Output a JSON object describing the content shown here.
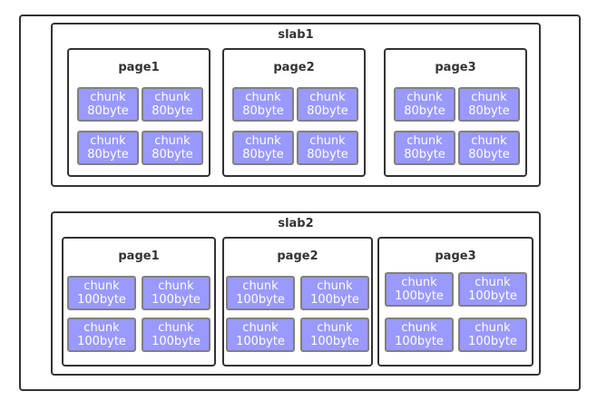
{
  "colors": {
    "chunk_fill": "#9999ff",
    "chunk_border": "#808080",
    "box_border": "#333333"
  },
  "slabs": [
    {
      "label": "slab1",
      "pages": [
        {
          "label": "page1",
          "chunks": [
            {
              "line1": "chunk",
              "line2": "80byte"
            },
            {
              "line1": "chunk",
              "line2": "80byte"
            },
            {
              "line1": "chunk",
              "line2": "80byte"
            },
            {
              "line1": "chunk",
              "line2": "80byte"
            }
          ]
        },
        {
          "label": "page2",
          "chunks": [
            {
              "line1": "chunk",
              "line2": "80byte"
            },
            {
              "line1": "chunk",
              "line2": "80byte"
            },
            {
              "line1": "chunk",
              "line2": "80byte"
            },
            {
              "line1": "chunk",
              "line2": "80byte"
            }
          ]
        },
        {
          "label": "page3",
          "chunks": [
            {
              "line1": "chunk",
              "line2": "80byte"
            },
            {
              "line1": "chunk",
              "line2": "80byte"
            },
            {
              "line1": "chunk",
              "line2": "80byte"
            },
            {
              "line1": "chunk",
              "line2": "80byte"
            }
          ]
        }
      ]
    },
    {
      "label": "slab2",
      "pages": [
        {
          "label": "page1",
          "chunks": [
            {
              "line1": "chunk",
              "line2": "100byte"
            },
            {
              "line1": "chunk",
              "line2": "100byte"
            },
            {
              "line1": "chunk",
              "line2": "100byte"
            },
            {
              "line1": "chunk",
              "line2": "100byte"
            }
          ]
        },
        {
          "label": "page2",
          "chunks": [
            {
              "line1": "chunk",
              "line2": "100byte"
            },
            {
              "line1": "chunk",
              "line2": "100byte"
            },
            {
              "line1": "chunk",
              "line2": "100byte"
            },
            {
              "line1": "chunk",
              "line2": "100byte"
            }
          ]
        },
        {
          "label": "page3",
          "chunks": [
            {
              "line1": "chunk",
              "line2": "100byte"
            },
            {
              "line1": "chunk",
              "line2": "100byte"
            },
            {
              "line1": "chunk",
              "line2": "100byte"
            },
            {
              "line1": "chunk",
              "line2": "100byte"
            }
          ]
        }
      ]
    }
  ]
}
